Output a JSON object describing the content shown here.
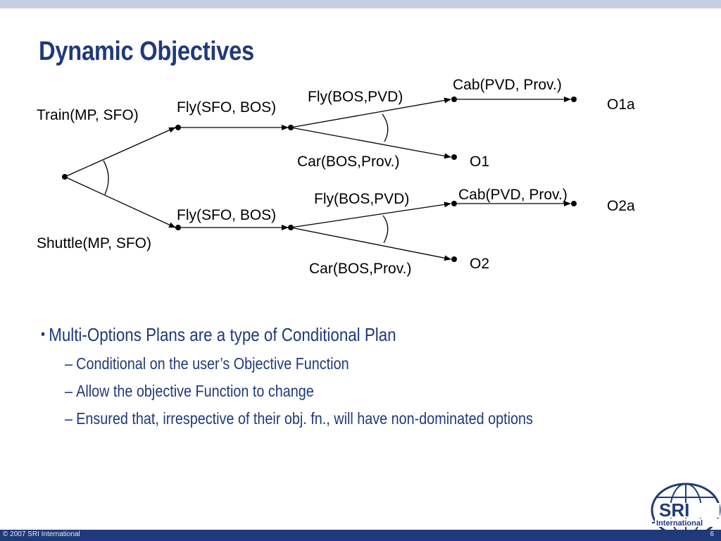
{
  "slide": {
    "title": "Dynamic Objectives",
    "page_number": "6",
    "footer": "© 2007 SRI International"
  },
  "logo": {
    "big": "SRI",
    "small": "International"
  },
  "diagram": {
    "labels": {
      "train": "Train(MP, SFO)",
      "shuttle": "Shuttle(MP, SFO)",
      "fly_sfo_bos_top": "Fly(SFO, BOS)",
      "fly_sfo_bos_bottom": "Fly(SFO, BOS)",
      "fly_bos_pvd_top": "Fly(BOS,PVD)",
      "fly_bos_pvd_bottom": "Fly(BOS,PVD)",
      "car_bos_prov_top": "Car(BOS,Prov.)",
      "car_bos_prov_bottom": "Car(BOS,Prov.)",
      "cab_pvd_prov_top": "Cab(PVD, Prov.)",
      "cab_pvd_prov_bottom": "Cab(PVD, Prov.)",
      "o1a": "O1a",
      "o1": "O1",
      "o2a": "O2a",
      "o2": "O2"
    }
  },
  "bullets": {
    "main": "Multi-Options Plans are a type of Conditional Plan",
    "subs": [
      "Conditional on the user’s Objective Function",
      "Allow the objective Function to change",
      "Ensured that, irrespective of their obj. fn., will have non-dominated options"
    ]
  },
  "colors": {
    "title": "#1f3a7a",
    "footer": "#1f3a7a",
    "top_bar": "#c5cfdf"
  },
  "icons": {
    "bullet": "•",
    "dash": "–"
  }
}
